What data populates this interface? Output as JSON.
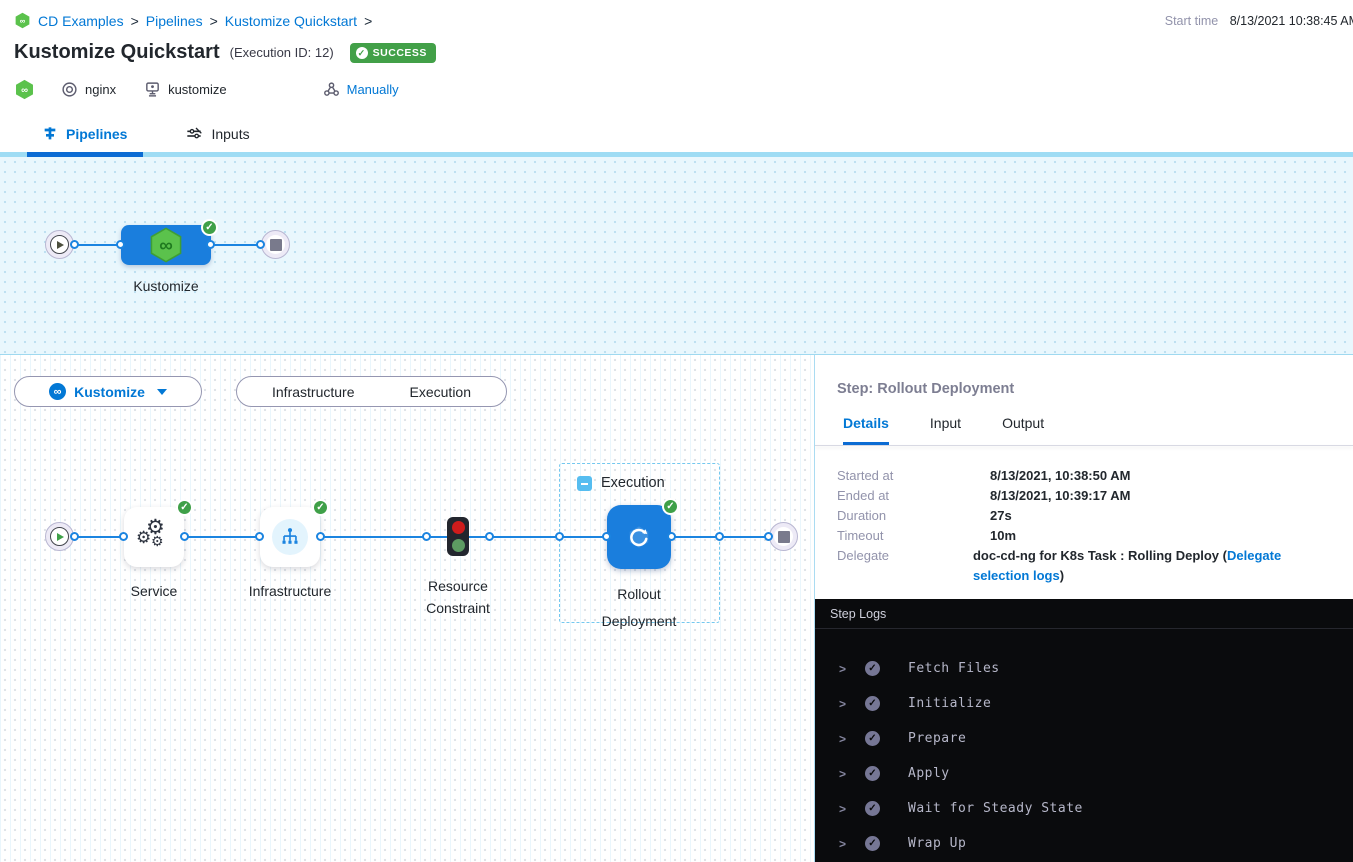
{
  "breadcrumb": {
    "items": [
      "CD Examples",
      "Pipelines",
      "Kustomize Quickstart"
    ],
    "separator": ">"
  },
  "header": {
    "start_time_label": "Start time",
    "start_time_value": "8/13/2021 10:38:45 AM",
    "title": "Kustomize Quickstart",
    "execution_id": "(Execution ID: 12)",
    "status_badge": "SUCCESS",
    "service_name": "nginx",
    "environment_name": "kustomize",
    "trigger_label": "Manually"
  },
  "tabs": {
    "pipelines": "Pipelines",
    "inputs": "Inputs"
  },
  "stage_graph": {
    "stage_label": "Kustomize"
  },
  "execution_view": {
    "stage_selector_label": "Kustomize",
    "toggle": {
      "infrastructure": "Infrastructure",
      "execution": "Execution"
    },
    "group_label": "Execution",
    "nodes": [
      "Service",
      "Infrastructure",
      "Resource Constraint",
      "Rollout Deployment"
    ]
  },
  "details_panel": {
    "title": "Step: Rollout Deployment",
    "tabs": [
      "Details",
      "Input",
      "Output"
    ],
    "rows": [
      {
        "label": "Started at",
        "value": "8/13/2021, 10:38:50 AM"
      },
      {
        "label": "Ended at",
        "value": "8/13/2021, 10:39:17 AM"
      },
      {
        "label": "Duration",
        "value": "27s"
      },
      {
        "label": "Timeout",
        "value": "10m"
      },
      {
        "label": "Delegate",
        "value": "doc-cd-ng for K8s Task : Rolling Deploy (",
        "link": "Delegate selection logs",
        "suffix": ")"
      }
    ]
  },
  "logs_panel": {
    "title": "Step Logs",
    "entries": [
      "Fetch Files",
      "Initialize",
      "Prepare",
      "Apply",
      "Wait for Steady State",
      "Wrap Up"
    ]
  },
  "colors": {
    "accent_blue": "#0278d5",
    "node_blue": "#1a7edd",
    "success_green": "#42a048",
    "cd_icon_green": "#5bc24c",
    "log_bg": "#0a0b0d"
  }
}
